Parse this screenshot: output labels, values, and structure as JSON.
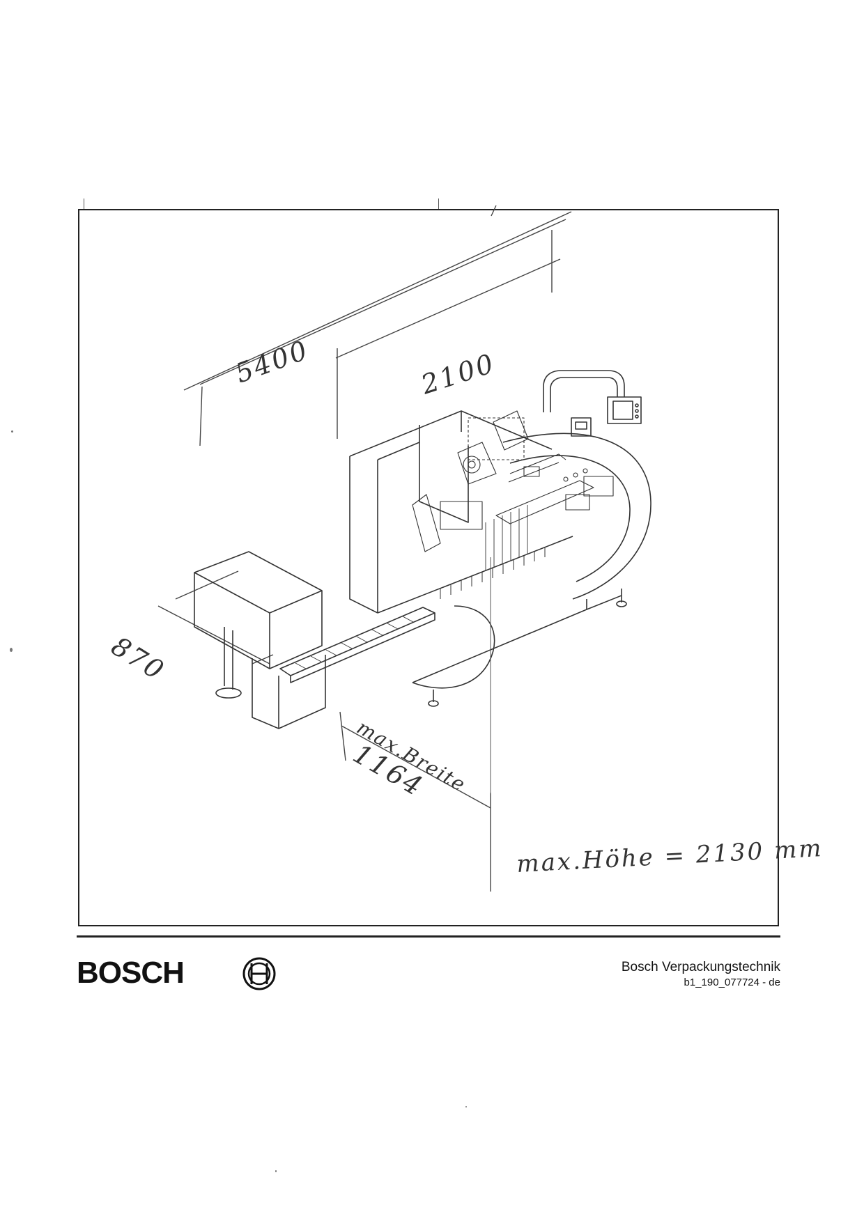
{
  "drawing": {
    "annotations": {
      "overall_length": "5400",
      "section_length": "2100",
      "depth": "870",
      "max_width_label": "max.Breite",
      "max_width_value": "1164",
      "max_height": "max.Höhe = 2130 mm"
    }
  },
  "footer": {
    "logo_text": "BOSCH",
    "company": "Bosch Verpackungstechnik",
    "document_id": "b1_190_077724 - de"
  }
}
